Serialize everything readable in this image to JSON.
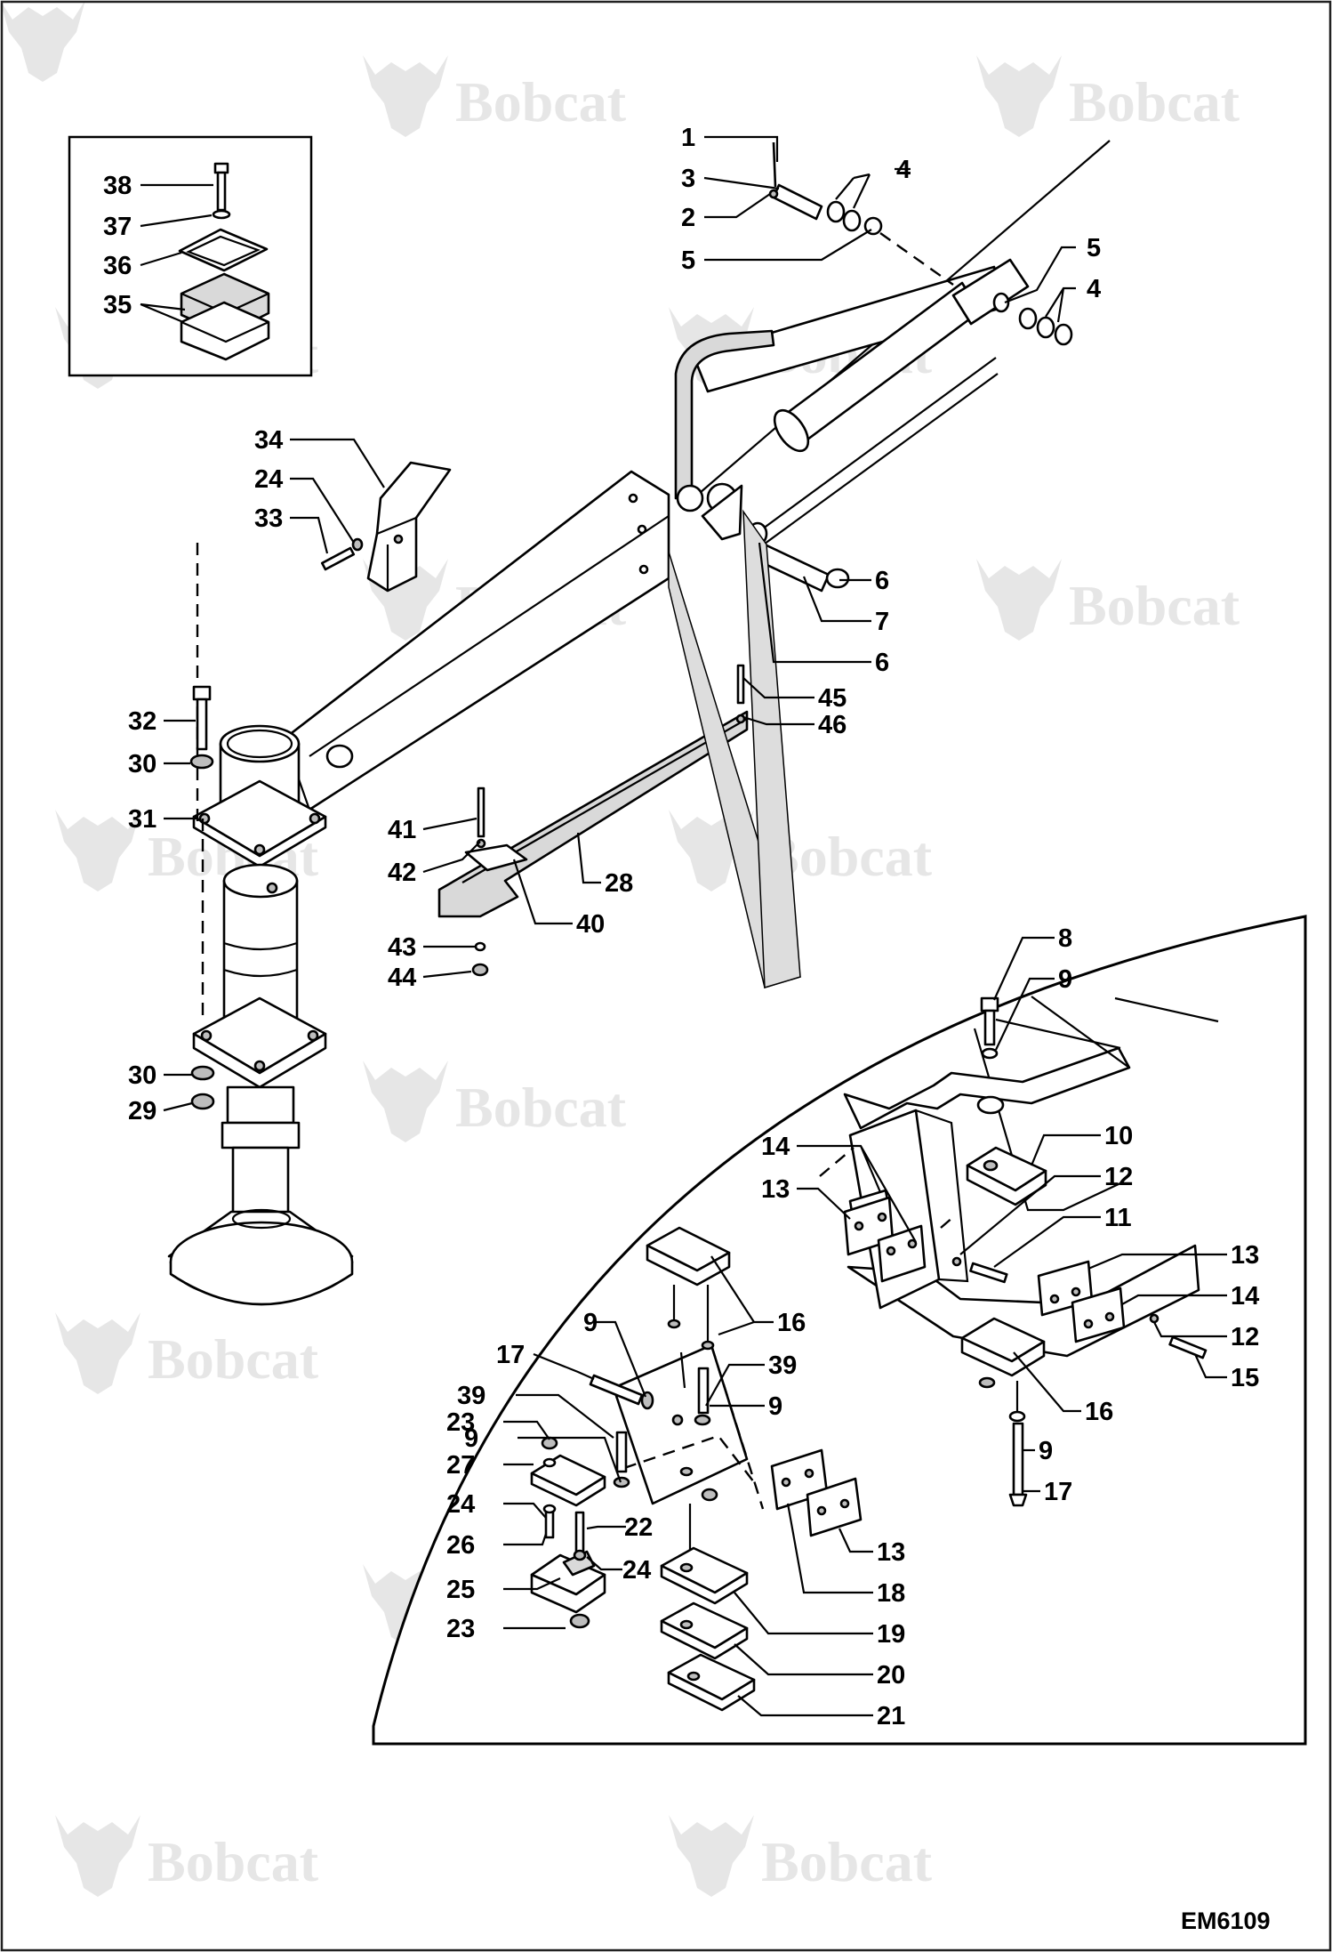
{
  "drawing_code": "EM6109",
  "watermark_text": "Bobcat",
  "callouts": [
    {
      "id": "c38",
      "label": "38"
    },
    {
      "id": "c37",
      "label": "37"
    },
    {
      "id": "c36",
      "label": "36"
    },
    {
      "id": "c35",
      "label": "35"
    },
    {
      "id": "c34",
      "label": "34"
    },
    {
      "id": "c24a",
      "label": "24"
    },
    {
      "id": "c33",
      "label": "33"
    },
    {
      "id": "c1",
      "label": "1"
    },
    {
      "id": "c3",
      "label": "3"
    },
    {
      "id": "c2",
      "label": "2"
    },
    {
      "id": "c4a",
      "label": "4"
    },
    {
      "id": "c5a",
      "label": "5"
    },
    {
      "id": "c5b",
      "label": "5"
    },
    {
      "id": "c4b",
      "label": "4"
    },
    {
      "id": "c6a",
      "label": "6"
    },
    {
      "id": "c7",
      "label": "7"
    },
    {
      "id": "c6b",
      "label": "6"
    },
    {
      "id": "c32",
      "label": "32"
    },
    {
      "id": "c30a",
      "label": "30"
    },
    {
      "id": "c31",
      "label": "31"
    },
    {
      "id": "c45",
      "label": "45"
    },
    {
      "id": "c46",
      "label": "46"
    },
    {
      "id": "c41",
      "label": "41"
    },
    {
      "id": "c42",
      "label": "42"
    },
    {
      "id": "c28",
      "label": "28"
    },
    {
      "id": "c40",
      "label": "40"
    },
    {
      "id": "c43",
      "label": "43"
    },
    {
      "id": "c44",
      "label": "44"
    },
    {
      "id": "c30b",
      "label": "30"
    },
    {
      "id": "c29",
      "label": "29"
    },
    {
      "id": "c8",
      "label": "8"
    },
    {
      "id": "c9a",
      "label": "9"
    },
    {
      "id": "c10",
      "label": "10"
    },
    {
      "id": "c12a",
      "label": "12"
    },
    {
      "id": "c11",
      "label": "11"
    },
    {
      "id": "c14a",
      "label": "14"
    },
    {
      "id": "c13a",
      "label": "13"
    },
    {
      "id": "c13b",
      "label": "13"
    },
    {
      "id": "c14b",
      "label": "14"
    },
    {
      "id": "c12b",
      "label": "12"
    },
    {
      "id": "c15",
      "label": "15"
    },
    {
      "id": "c16a",
      "label": "16"
    },
    {
      "id": "c16b",
      "label": "16"
    },
    {
      "id": "c9b",
      "label": "9"
    },
    {
      "id": "c17a",
      "label": "17"
    },
    {
      "id": "c17b",
      "label": "17"
    },
    {
      "id": "c39a",
      "label": "39"
    },
    {
      "id": "c9c",
      "label": "9"
    },
    {
      "id": "c39b",
      "label": "39"
    },
    {
      "id": "c9d",
      "label": "9"
    },
    {
      "id": "c9e",
      "label": "9"
    },
    {
      "id": "c23a",
      "label": "23"
    },
    {
      "id": "c27",
      "label": "27"
    },
    {
      "id": "c24b",
      "label": "24"
    },
    {
      "id": "c26",
      "label": "26"
    },
    {
      "id": "c22",
      "label": "22"
    },
    {
      "id": "c24c",
      "label": "24"
    },
    {
      "id": "c25",
      "label": "25"
    },
    {
      "id": "c23b",
      "label": "23"
    },
    {
      "id": "c13c",
      "label": "13"
    },
    {
      "id": "c18",
      "label": "18"
    },
    {
      "id": "c19",
      "label": "19"
    },
    {
      "id": "c20",
      "label": "20"
    },
    {
      "id": "c21",
      "label": "21"
    }
  ]
}
